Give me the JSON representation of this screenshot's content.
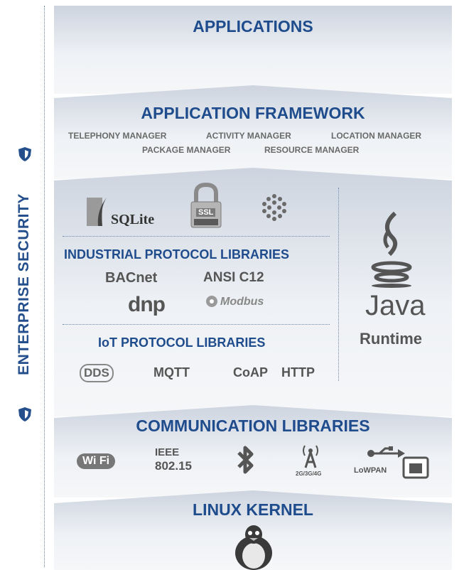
{
  "side": {
    "label": "ENTERPRISE SECURITY",
    "icon": "shield-icon"
  },
  "applications": {
    "title": "APPLICATIONS"
  },
  "framework": {
    "title": "APPLICATION FRAMEWORK",
    "row1": [
      "TELEPHONY MANAGER",
      "ACTIVITY MANAGER",
      "LOCATION MANAGER"
    ],
    "row2": [
      "PACKAGE MANAGER",
      "RESOURCE MANAGER"
    ]
  },
  "libraries": {
    "sqlite": "SQLite",
    "ssl": "SSL",
    "industrial_title": "INDUSTRIAL PROTOCOL LIBRARIES",
    "bacnet": "BACnet",
    "ansi": "ANSI C12",
    "dnp": "dnp",
    "modbus": "Modbus",
    "iot_title": "IoT PROTOCOL LIBRARIES",
    "dds": "DDS",
    "mqtt": "MQTT",
    "coap": "CoAP",
    "http": "HTTP",
    "java": "Java",
    "runtime": "Runtime"
  },
  "communication": {
    "title": "COMMUNICATION LIBRARIES",
    "wifi": "Wi Fi",
    "ieee_1": "IEEE",
    "ieee_2": "802.15",
    "cellular": "2G/3G/4G",
    "lowpan": "LoWPAN"
  },
  "kernel": {
    "title": "LINUX KERNEL"
  },
  "colors": {
    "title_blue": "#1f4c8c",
    "grey_text": "#6a6a6a",
    "layer_top": "#cdd4df"
  }
}
